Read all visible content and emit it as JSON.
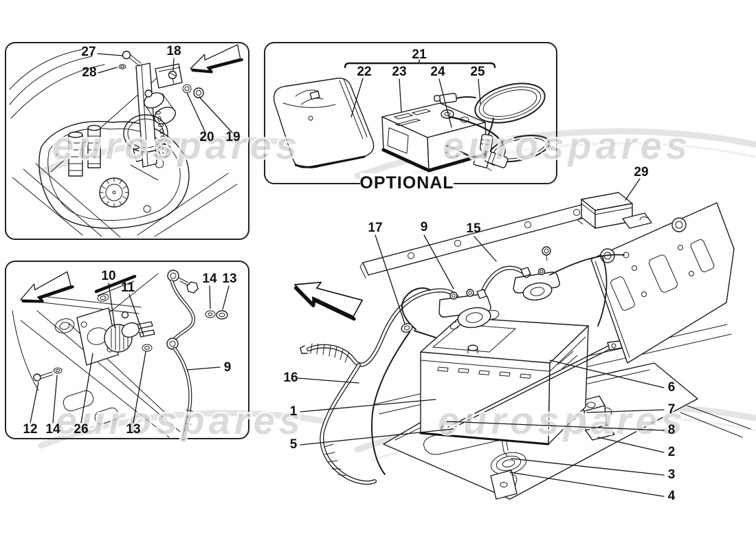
{
  "diagram": {
    "watermark_text": "eurospares",
    "optional_label": "OPTIONAL",
    "inset_top_left": {
      "callouts": [
        "27",
        "28",
        "18",
        "20",
        "19"
      ]
    },
    "optional_kit": {
      "group_callout": "21",
      "callouts": [
        "22",
        "23",
        "24",
        "25"
      ]
    },
    "inset_bottom_left": {
      "top_callouts": [
        "10",
        "11",
        "14",
        "13"
      ],
      "right_callout": "9",
      "bottom_callouts": [
        "12",
        "14",
        "26",
        "13"
      ]
    },
    "main_assembly": {
      "top_callouts": [
        "17",
        "9",
        "15"
      ],
      "module_callout": "29",
      "left_callouts": [
        "16",
        "1",
        "5"
      ],
      "right_callouts": [
        "6",
        "7",
        "8",
        "2",
        "3",
        "4"
      ]
    }
  }
}
